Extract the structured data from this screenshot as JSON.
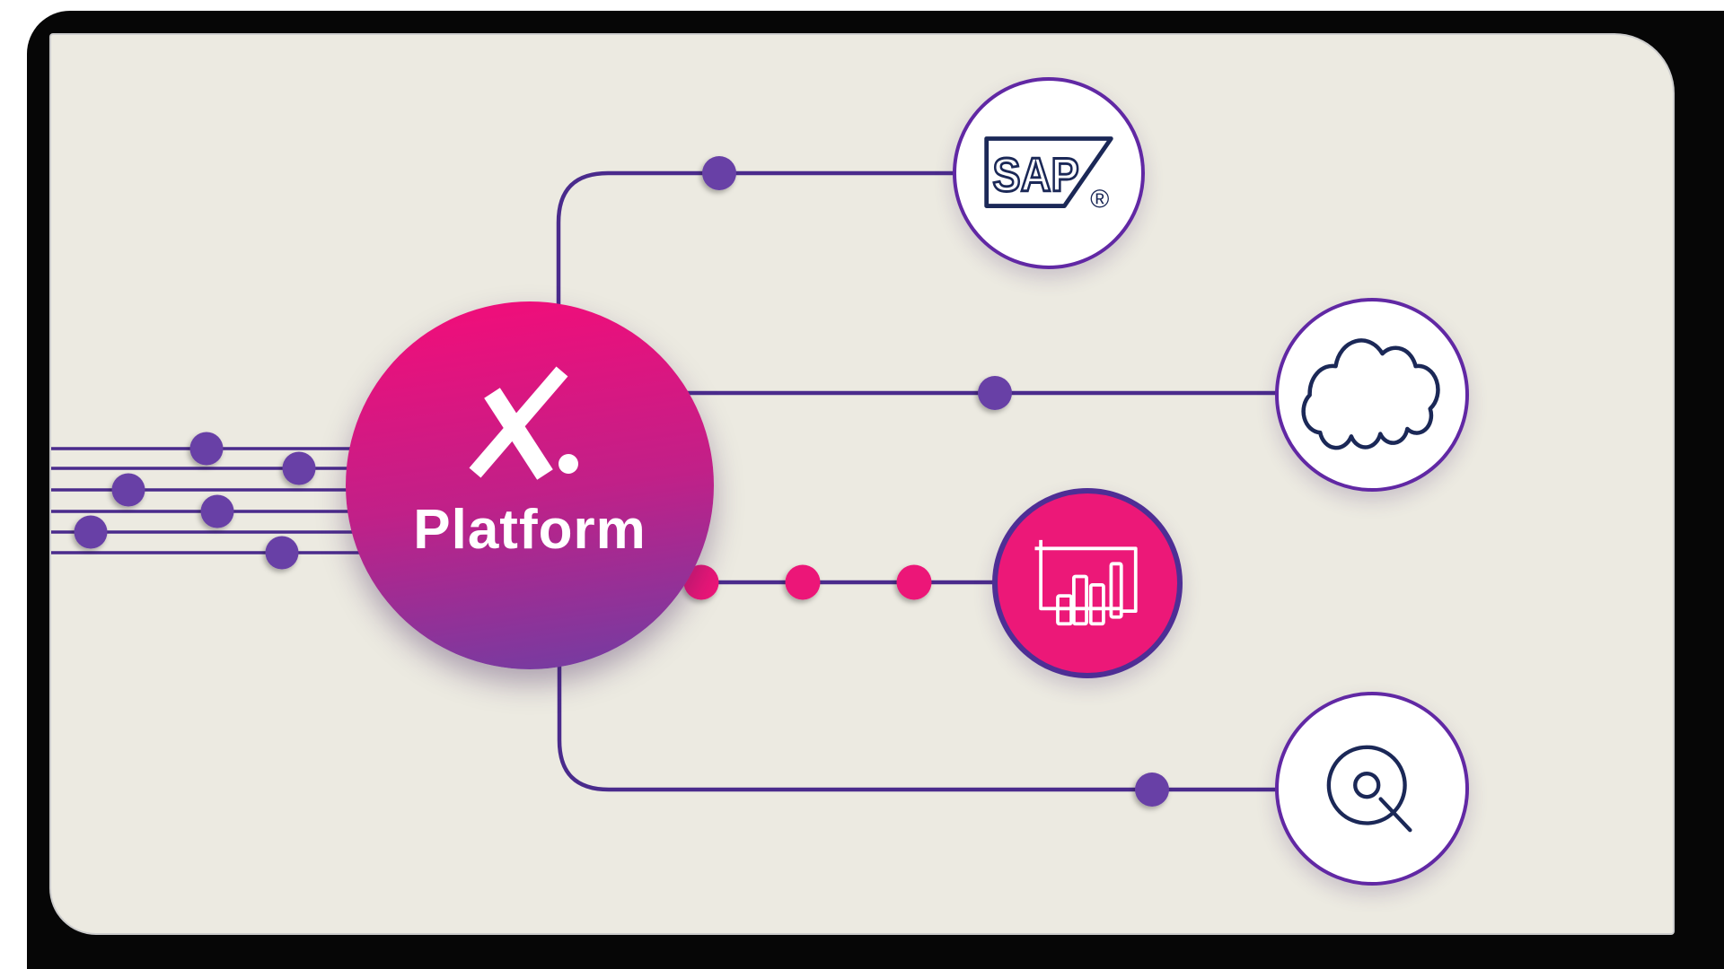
{
  "platform": {
    "logo": "X.",
    "label": "Platform"
  },
  "nodes": [
    {
      "id": "sap",
      "label": "SAP",
      "registered_mark": "®",
      "icon": "sap-logo-icon",
      "fill": "white"
    },
    {
      "id": "cloud",
      "icon": "cloud-icon",
      "fill": "white"
    },
    {
      "id": "analytics",
      "icon": "bar-chart-icon",
      "fill": "pink"
    },
    {
      "id": "search",
      "icon": "search-disc-icon",
      "fill": "white"
    }
  ],
  "connectors": [
    {
      "to": "sap",
      "shape": "elbow-up",
      "dots": 1,
      "dot_color": "purple"
    },
    {
      "to": "cloud",
      "shape": "straight",
      "dots": 1,
      "dot_color": "purple"
    },
    {
      "to": "analytics",
      "shape": "straight",
      "dots": 3,
      "dot_color": "pink"
    },
    {
      "to": "search",
      "shape": "elbow-down",
      "dots": 1,
      "dot_color": "purple"
    }
  ],
  "decor": {
    "staff_lines": 6,
    "note_dots": 6
  },
  "colors": {
    "page-bg": "#ffffff",
    "frame": "#060606",
    "card": "#eceae1",
    "line": "#4a2b8c",
    "dot-purple": "#6840a6",
    "pink": "#ec1878",
    "ring": "#6128a4",
    "ring-dark": "#4e2e95",
    "navy": "#1b2857",
    "grad-top": "#ed0f7b",
    "grad-mid": "#c12088",
    "grad-bottom": "#6f3ea3",
    "white": "#ffffff"
  }
}
